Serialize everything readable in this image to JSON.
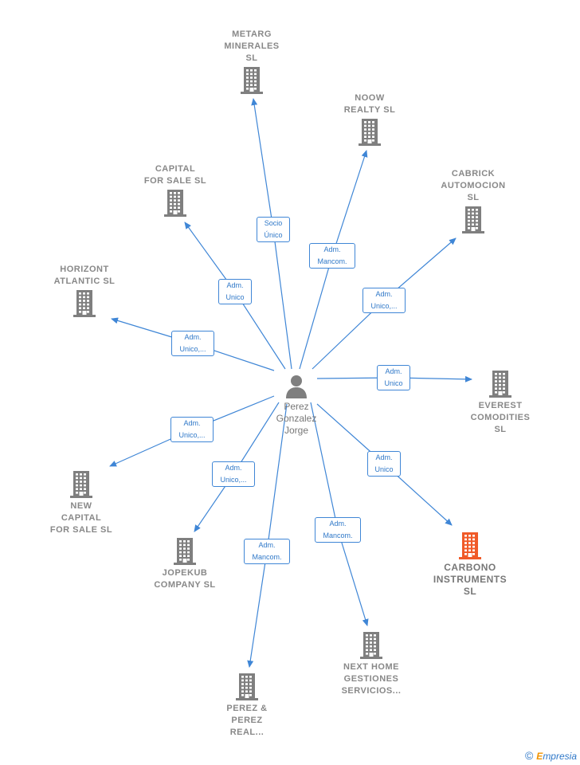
{
  "colors": {
    "edge": "#3f86d6",
    "building": "#7f7f7f",
    "building_highlight": "#f05a28",
    "person": "#7f7f7f"
  },
  "center": {
    "lines": [
      "Perez",
      "Gonzalez",
      "Jorge"
    ],
    "icon": "person-icon"
  },
  "companies": [
    {
      "id": "metarg",
      "lines": [
        "METARG",
        "MINERALES",
        "SL"
      ],
      "label_position": "above",
      "highlight": false
    },
    {
      "id": "noow",
      "lines": [
        "NOOW",
        "REALTY  SL"
      ],
      "label_position": "above",
      "highlight": false
    },
    {
      "id": "capital",
      "lines": [
        "CAPITAL",
        "FOR SALE SL"
      ],
      "label_position": "above",
      "highlight": false
    },
    {
      "id": "cabrick",
      "lines": [
        "CABRICK",
        "AUTOMOCION",
        "SL"
      ],
      "label_position": "above",
      "highlight": false
    },
    {
      "id": "horizont",
      "lines": [
        "HORIZONT",
        "ATLANTIC SL"
      ],
      "label_position": "above",
      "highlight": false
    },
    {
      "id": "everest",
      "lines": [
        "EVEREST",
        "COMODITIES",
        "SL"
      ],
      "label_position": "below",
      "highlight": false
    },
    {
      "id": "newcapital",
      "lines": [
        "NEW",
        "CAPITAL",
        "FOR SALE  SL"
      ],
      "label_position": "below",
      "highlight": false
    },
    {
      "id": "jopekub",
      "lines": [
        "JOPEKUB",
        "COMPANY  SL"
      ],
      "label_position": "below",
      "highlight": false
    },
    {
      "id": "carbono",
      "lines": [
        "CARBONO",
        "INSTRUMENTS",
        "SL"
      ],
      "label_position": "below",
      "highlight": true
    },
    {
      "id": "nexthome",
      "lines": [
        "NEXT HOME",
        "GESTIONES",
        "SERVICIOS..."
      ],
      "label_position": "below",
      "highlight": false
    },
    {
      "id": "perez",
      "lines": [
        "PEREZ &",
        "PEREZ",
        "REAL..."
      ],
      "label_position": "below",
      "highlight": false
    }
  ],
  "edges": [
    {
      "to": "metarg",
      "lines": [
        "Socio",
        "Único"
      ]
    },
    {
      "to": "noow",
      "lines": [
        "Adm.",
        "Mancom."
      ]
    },
    {
      "to": "capital",
      "lines": [
        "Adm.",
        "Unico"
      ]
    },
    {
      "to": "cabrick",
      "lines": [
        "Adm.",
        "Unico,..."
      ]
    },
    {
      "to": "horizont",
      "lines": [
        "Adm.",
        "Unico,..."
      ]
    },
    {
      "to": "everest",
      "lines": [
        "Adm.",
        "Unico"
      ]
    },
    {
      "to": "newcapital",
      "lines": [
        "Adm.",
        "Unico,..."
      ]
    },
    {
      "to": "jopekub",
      "lines": [
        "Adm.",
        "Unico,..."
      ]
    },
    {
      "to": "carbono",
      "lines": [
        "Adm.",
        "Unico"
      ]
    },
    {
      "to": "nexthome",
      "lines": [
        "Adm.",
        "Mancom."
      ]
    },
    {
      "to": "perez",
      "lines": [
        "Adm.",
        "Mancom."
      ]
    }
  ],
  "footer": {
    "copyright": "©",
    "brand_first": "E",
    "brand_rest": "mpresia"
  }
}
